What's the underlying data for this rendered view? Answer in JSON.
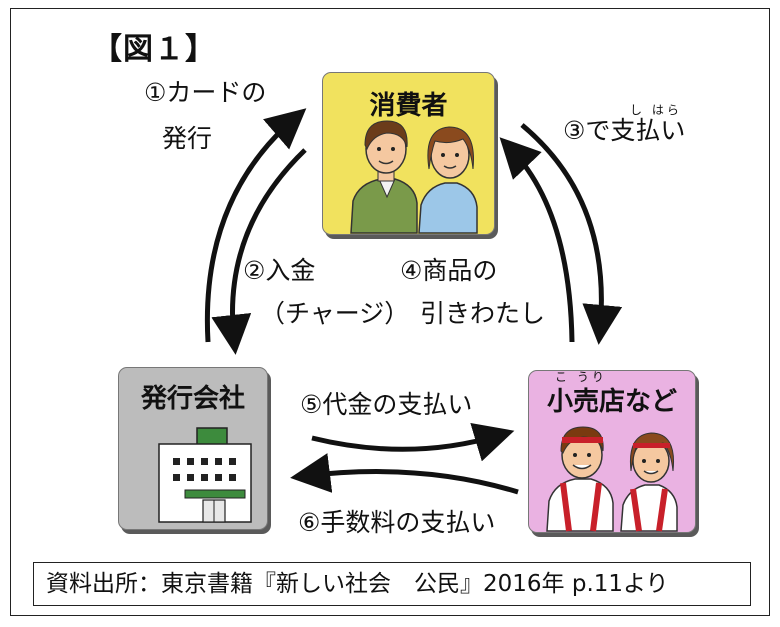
{
  "title": "【図１】",
  "labels": {
    "issue_card_line1": "①カードの",
    "issue_card_line2": "発行",
    "pay_with": "③で支払い",
    "pay_with_ruby": "し はら",
    "deposit_line1": "②入金",
    "deposit_line2": "（チャージ）",
    "hand_over_line1": "④商品の",
    "hand_over_line2": "引きわたし",
    "price_payment": "⑤代金の支払い",
    "fee_payment": "⑥手数料の支払い"
  },
  "boxes": {
    "consumer": {
      "title": "消費者",
      "color": "#f1e25e"
    },
    "issuer": {
      "title": "発行会社",
      "color": "#bcbcbc"
    },
    "retailer": {
      "title": "小売店など",
      "title_ruby": "こ うり",
      "color": "#eab2e2"
    }
  },
  "source": "資料出所：東京書籍『新しい社会　公民』2016年 p.11より"
}
